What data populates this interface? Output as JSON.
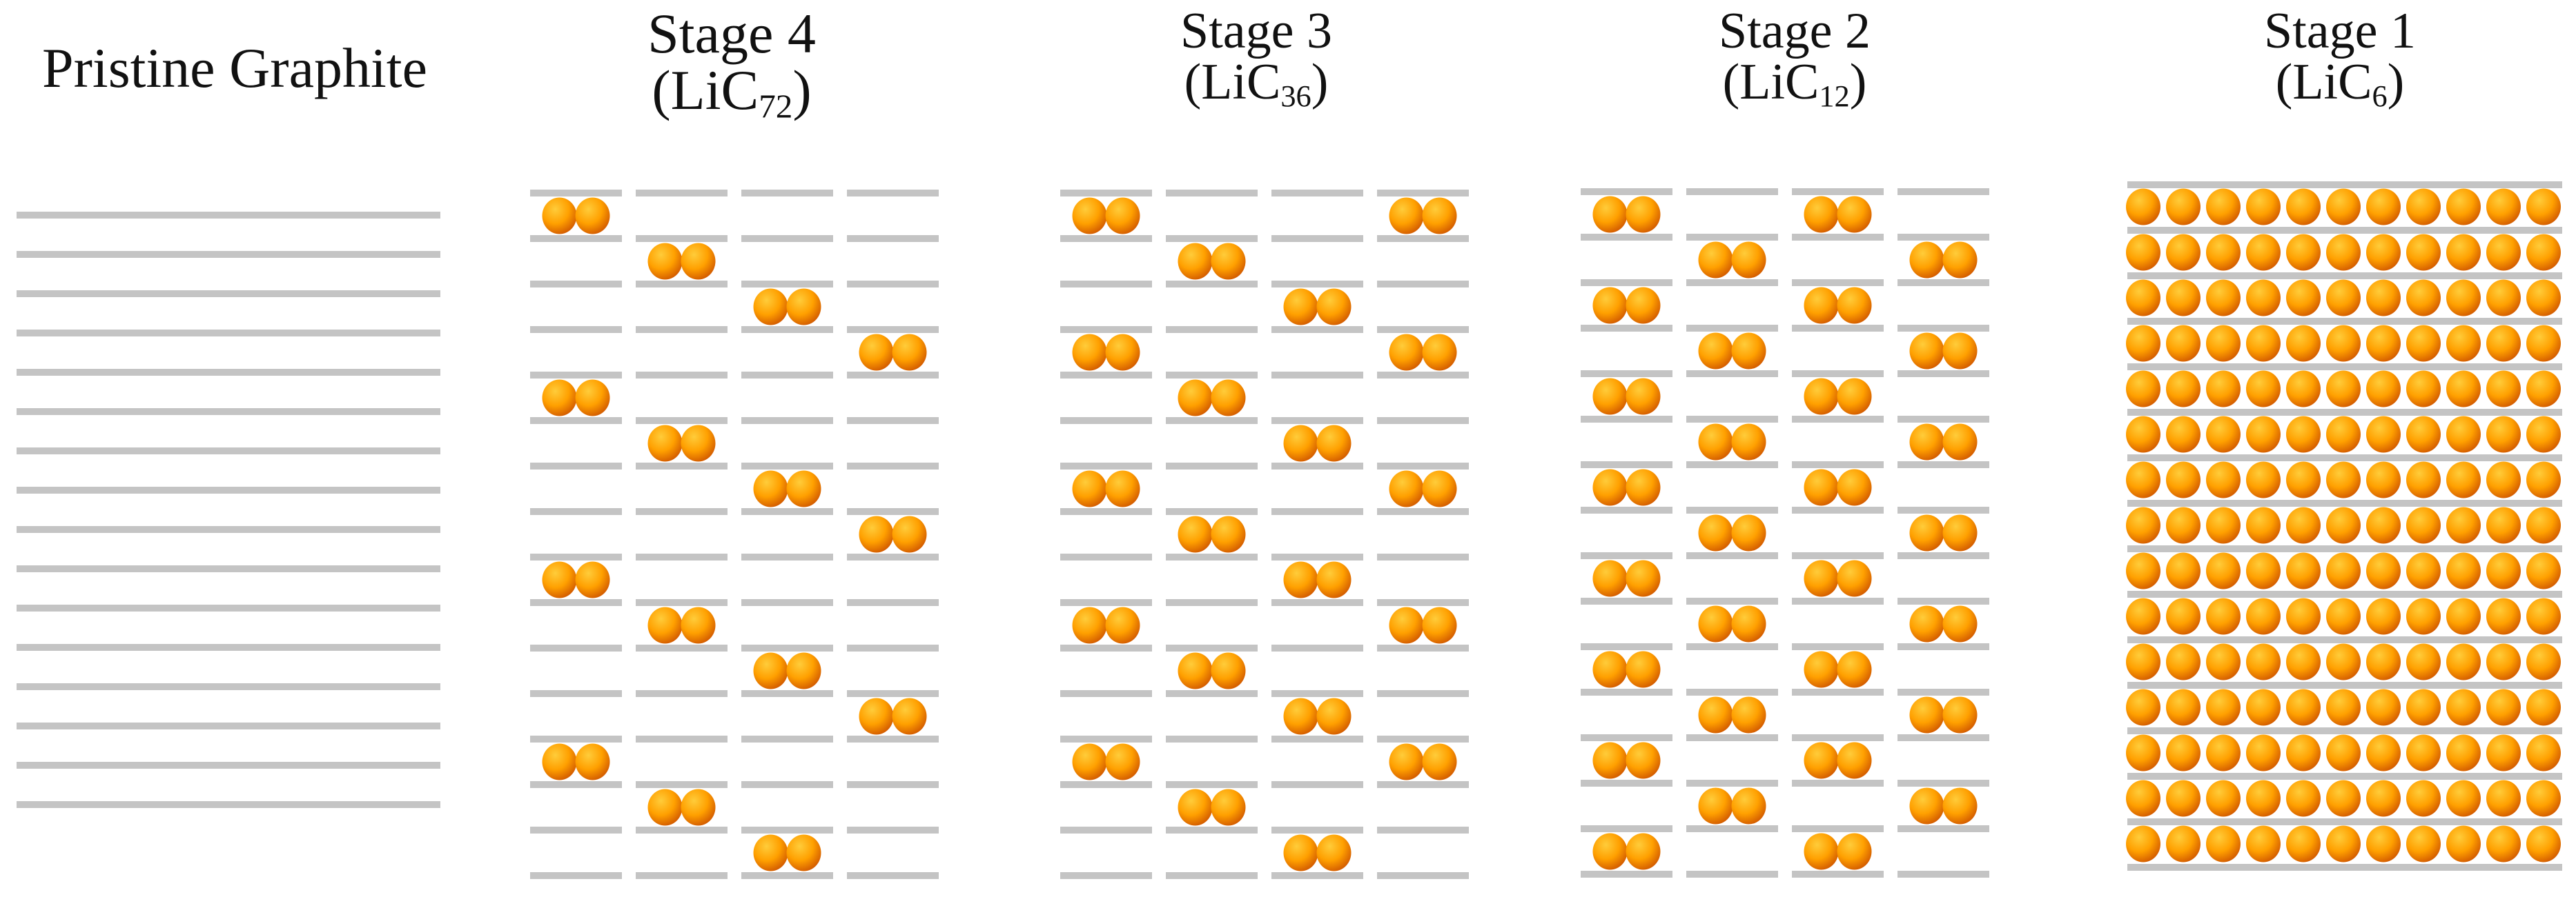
{
  "colors": {
    "layer": "#c4c4c4",
    "atom_light": "#ffcc3a",
    "atom_mid": "#ffa000",
    "atom_dark": "#d25a00",
    "text": "#111111"
  },
  "panels": [
    {
      "id": "pristine",
      "title": "Pristine Graphite",
      "formula_base": "",
      "formula_sub": "",
      "formula_close": ""
    },
    {
      "id": "stage4",
      "title": "Stage 4",
      "formula_base": "(LiC",
      "formula_sub": "72",
      "formula_close": ")"
    },
    {
      "id": "stage3",
      "title": "Stage 3",
      "formula_base": "(LiC",
      "formula_sub": "36",
      "formula_close": ")"
    },
    {
      "id": "stage2",
      "title": "Stage 2",
      "formula_base": "(LiC",
      "formula_sub": "12",
      "formula_close": ")"
    },
    {
      "id": "stage1",
      "title": "Stage 1",
      "formula_base": "(LiC",
      "formula_sub": "6",
      "formula_close": ")"
    }
  ]
}
